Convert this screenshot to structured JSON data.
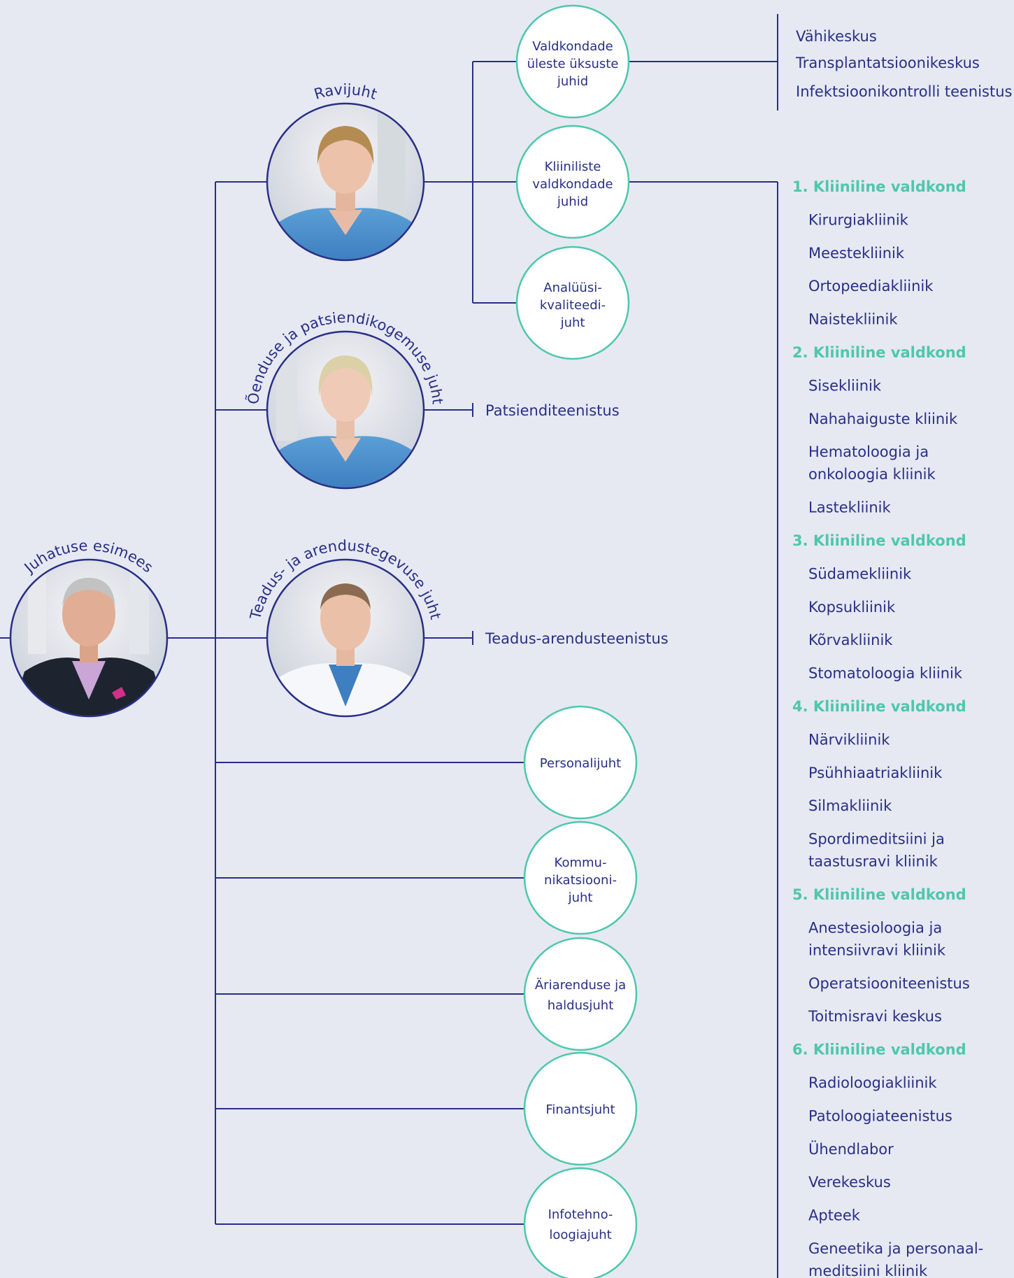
{
  "colors": {
    "background": "#e6e8f2",
    "line": "#2a2f86",
    "teal": "#4ec7ad",
    "text": "#2a2f86"
  },
  "chairman": {
    "title": "Juhatuse esimees",
    "photo": "photo-portrait"
  },
  "executives": [
    {
      "id": "ravijuht",
      "title": "Ravijuht",
      "photo": "photo-portrait"
    },
    {
      "id": "oendus",
      "title": "Õenduse ja patsiendikogemuse juht",
      "photo": "photo-portrait",
      "unit": "Patsienditeenistus"
    },
    {
      "id": "teadus",
      "title": "Teadus- ja arendustegevuse juht",
      "photo": "photo-portrait",
      "unit": "Teadus-arendusteenistus"
    }
  ],
  "ravijuht_subordinates": [
    {
      "id": "valdkondade",
      "lines": [
        "Valdkondade",
        "üleste üksuste",
        "juhid"
      ]
    },
    {
      "id": "kliiniliste",
      "lines": [
        "Kliiniliste",
        "valdkondade",
        "juhid"
      ]
    },
    {
      "id": "analuusi",
      "lines": [
        "Analüüsi-",
        "kvaliteedi-",
        "juht"
      ]
    }
  ],
  "cross_units": [
    "Vähikeskus",
    "Transplantatsioonikeskus",
    "Infektsioonikontrolli teenistus"
  ],
  "direct_reports": [
    {
      "id": "personal",
      "lines": [
        "Personalijuht"
      ]
    },
    {
      "id": "kommunikatsioon",
      "lines": [
        "Kommu-",
        "nikatsiooni-",
        "juht"
      ]
    },
    {
      "id": "ariarendus",
      "lines": [
        "Äriarenduse ja",
        "haldusjuht"
      ]
    },
    {
      "id": "finants",
      "lines": [
        "Finantsjuht"
      ]
    },
    {
      "id": "infotehnoloogia",
      "lines": [
        "Infotehno-",
        "loogiajuht"
      ]
    }
  ],
  "clinical_areas": [
    {
      "title": "1. Kliiniline valdkond",
      "units": [
        [
          "Kirurgiakliinik"
        ],
        [
          "Meestekliinik"
        ],
        [
          "Ortopeediakliinik"
        ],
        [
          "Naistekliinik"
        ]
      ]
    },
    {
      "title": "2. Kliiniline valdkond",
      "units": [
        [
          "Sisekliinik"
        ],
        [
          "Nahahaiguste kliinik"
        ],
        [
          "Hematoloogia ja",
          "onkoloogia kliinik"
        ],
        [
          "Lastekliinik"
        ]
      ]
    },
    {
      "title": "3. Kliiniline valdkond",
      "units": [
        [
          "Südamekliinik"
        ],
        [
          "Kopsukliinik"
        ],
        [
          "Kõrvakliinik"
        ],
        [
          "Stomatoloogia kliinik"
        ]
      ]
    },
    {
      "title": "4. Kliiniline valdkond",
      "units": [
        [
          "Närvikliinik"
        ],
        [
          "Psühhiaatriakliinik"
        ],
        [
          "Silmakliinik"
        ],
        [
          "Spordimeditsiini ja",
          "taastusravi kliinik"
        ]
      ]
    },
    {
      "title": "5. Kliiniline valdkond",
      "units": [
        [
          "Anestesioloogia ja",
          "intensiivravi kliinik"
        ],
        [
          "Operatsiooniteenistus"
        ],
        [
          "Toitmisravi keskus"
        ]
      ]
    },
    {
      "title": "6. Kliiniline valdkond",
      "units": [
        [
          "Radioloogiakliinik"
        ],
        [
          "Patoloogiateenistus"
        ],
        [
          "Ühendlabor"
        ],
        [
          "Verekeskus"
        ],
        [
          "Apteek"
        ],
        [
          "Geneetika ja personaal-",
          "meditsiini kliinik"
        ]
      ]
    }
  ]
}
